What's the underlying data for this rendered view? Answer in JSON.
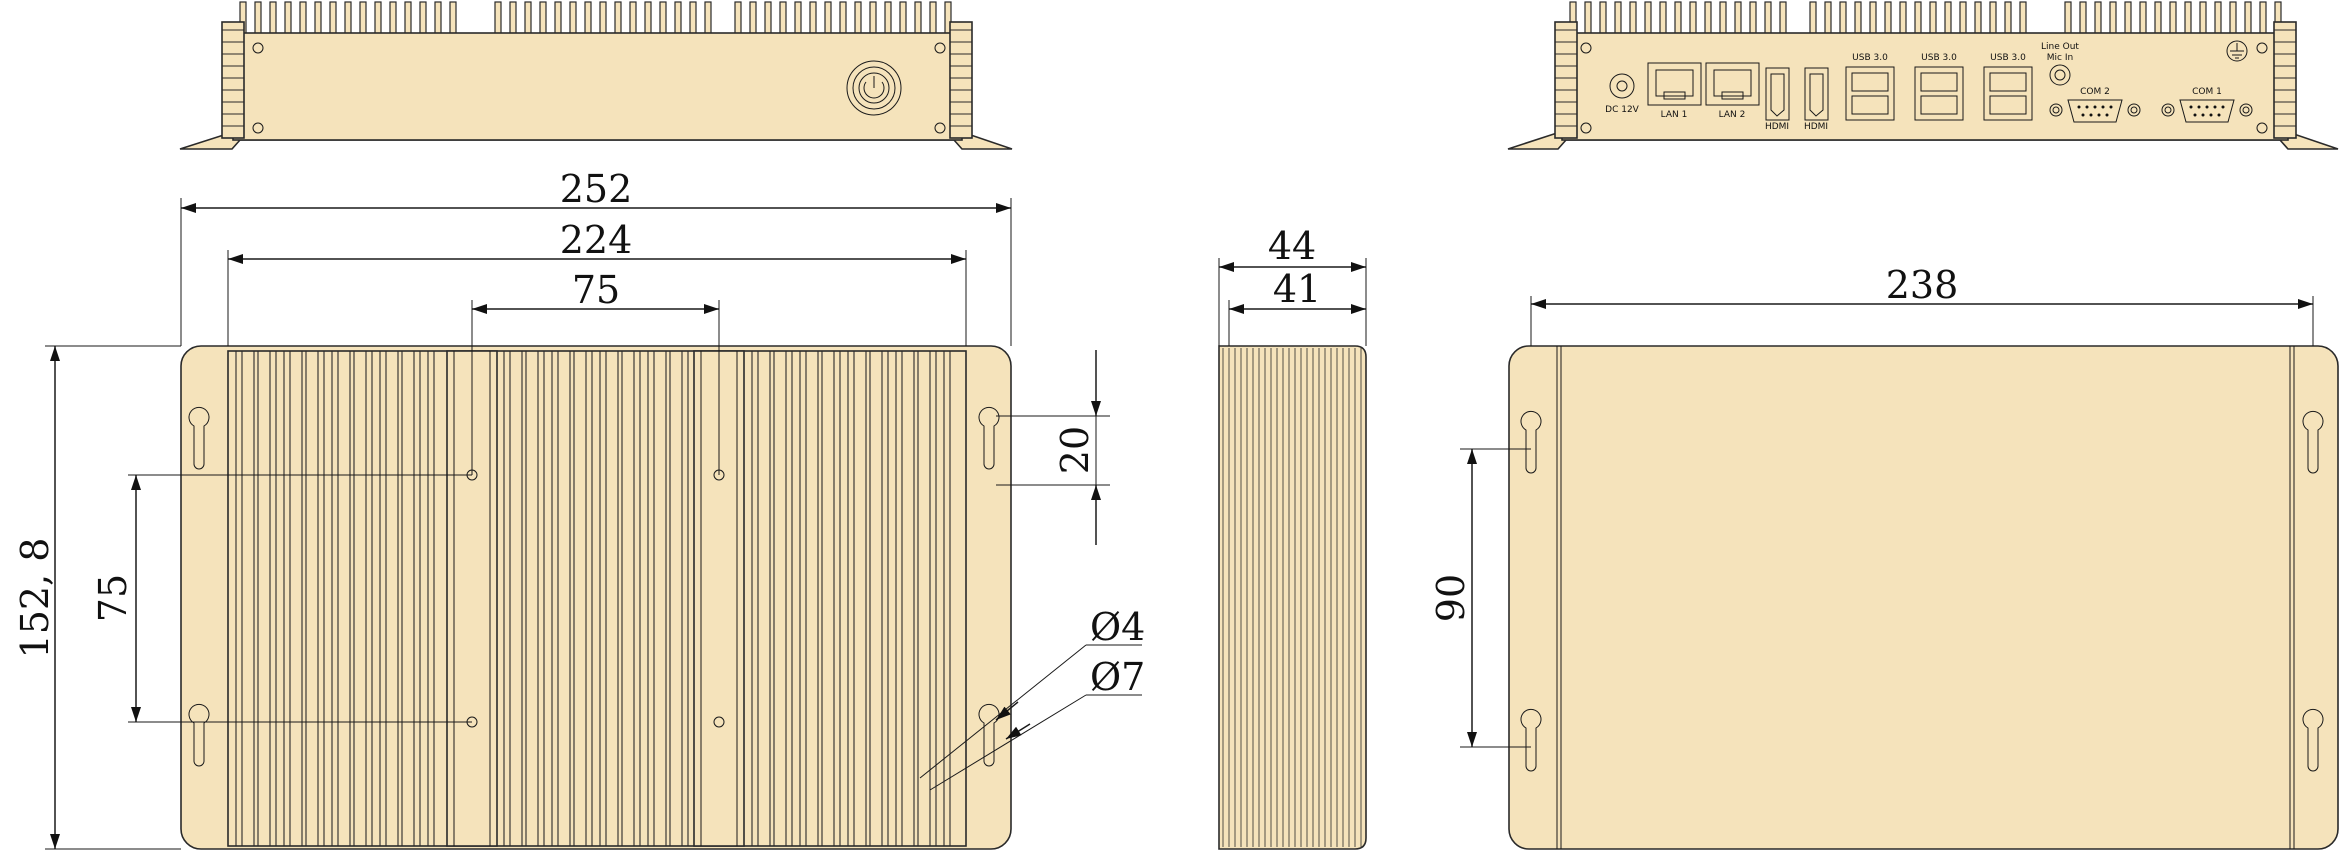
{
  "colors": {
    "body_fill": "#f5e3bb",
    "outline": "#2a2a2a",
    "dimension": "#1a1a1a",
    "background": "#ffffff"
  },
  "icons": [
    "power-button-icon",
    "ground-icon"
  ],
  "front_view": {
    "icon": "power-button-icon"
  },
  "rear_view": {
    "ports": {
      "dc": "DC 12V",
      "lan1": "LAN 1",
      "lan2": "LAN 2",
      "hdmi1": "HDMI",
      "hdmi2": "HDMI",
      "usb1": "USB 3.0",
      "usb2": "USB 3.0",
      "usb3": "USB 3.0",
      "audio_line1": "Line Out",
      "audio_line2": "Mic In",
      "com2": "COM 2",
      "com1": "COM 1"
    },
    "icon": "ground-icon"
  },
  "top_view": {
    "dims": {
      "overall_width": "252",
      "fin_width": "224",
      "hole_spacing_h": "75",
      "hole_spacing_v": "75",
      "overall_height": "152, 8",
      "slot_length": "20",
      "hole_small": "Ø4",
      "hole_large": "Ø7"
    }
  },
  "side_view": {
    "dims": {
      "outer": "44",
      "inner": "41"
    }
  },
  "bottom_view": {
    "dims": {
      "width": "238",
      "hole_spacing": "90"
    }
  }
}
